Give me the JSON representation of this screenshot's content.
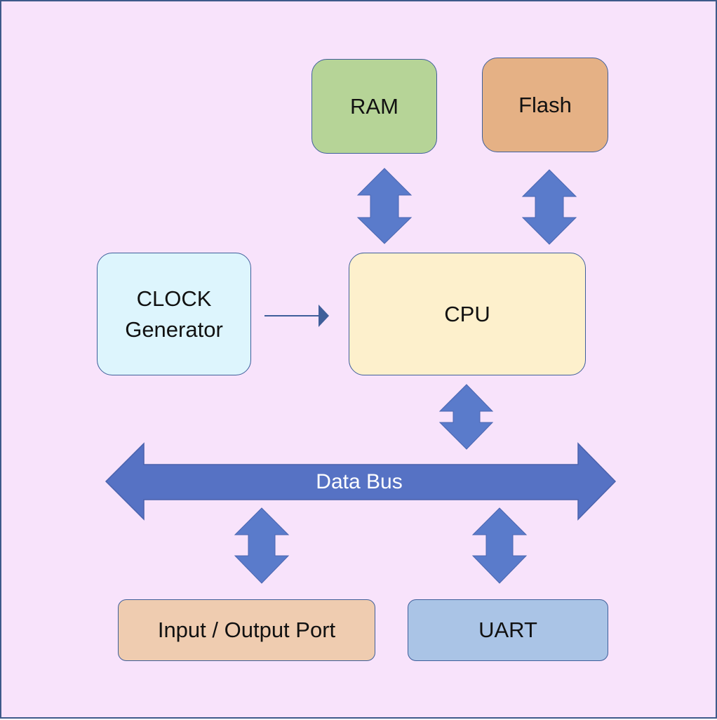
{
  "blocks": {
    "ram": {
      "label": "RAM",
      "color": "#b6d497"
    },
    "flash": {
      "label": "Flash",
      "color": "#e5b185"
    },
    "clock": {
      "line1": "CLOCK",
      "line2": "Generator",
      "color": "#ddf5fd"
    },
    "cpu": {
      "label": "CPU",
      "color": "#fdf0cc"
    },
    "io": {
      "label": "Input / Output Port",
      "color": "#efccb0"
    },
    "uart": {
      "label": "UART",
      "color": "#aac4e6"
    }
  },
  "bus": {
    "label": "Data Bus",
    "color": "#5672c4"
  },
  "colors": {
    "background": "#f8e3fb",
    "border": "#3f5f9a",
    "arrow": "#5a7bcb"
  }
}
